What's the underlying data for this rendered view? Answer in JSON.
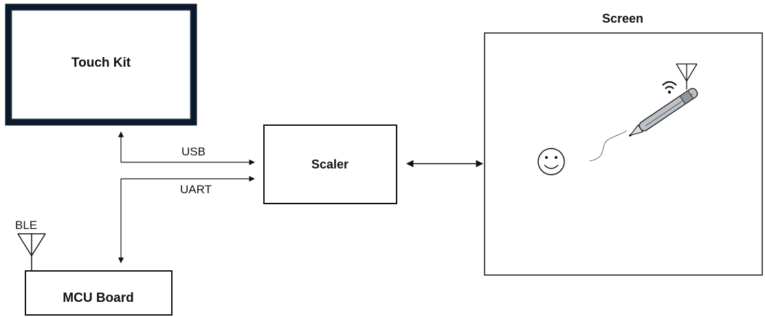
{
  "blocks": {
    "touch_kit": "Touch Kit",
    "scaler": "Scaler",
    "mcu_board": "MCU Board",
    "screen": "Screen"
  },
  "links": {
    "usb": "USB",
    "uart": "UART",
    "ble": "BLE"
  },
  "icons": [
    "antenna-icon",
    "wifi-icon",
    "stylus-pen-icon",
    "smiley-face-icon"
  ],
  "colors": {
    "stroke": "#111111",
    "touch_kit_frame": "#0b1a2a"
  }
}
